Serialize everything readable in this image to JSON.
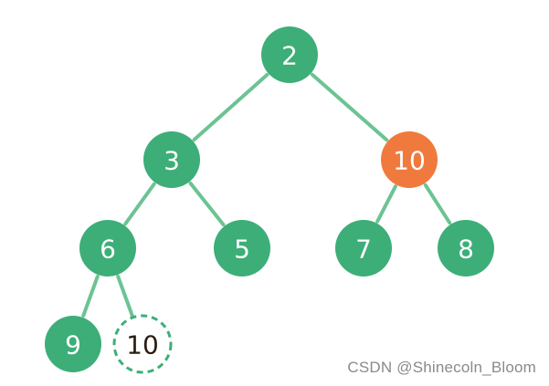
{
  "diagram": {
    "nodes": [
      {
        "id": "n2",
        "label": "2",
        "style": "filled"
      },
      {
        "id": "n3",
        "label": "3",
        "style": "filled"
      },
      {
        "id": "n10",
        "label": "10",
        "style": "highlight"
      },
      {
        "id": "n6",
        "label": "6",
        "style": "filled"
      },
      {
        "id": "n5",
        "label": "5",
        "style": "filled"
      },
      {
        "id": "n7",
        "label": "7",
        "style": "filled"
      },
      {
        "id": "n8",
        "label": "8",
        "style": "filled"
      },
      {
        "id": "n9",
        "label": "9",
        "style": "filled"
      },
      {
        "id": "n10b",
        "label": "10",
        "style": "dashed"
      }
    ],
    "edges": [
      [
        "n2",
        "n3"
      ],
      [
        "n2",
        "n10"
      ],
      [
        "n3",
        "n6"
      ],
      [
        "n3",
        "n5"
      ],
      [
        "n10",
        "n7"
      ],
      [
        "n10",
        "n8"
      ],
      [
        "n6",
        "n9"
      ],
      [
        "n6",
        "n10b"
      ]
    ],
    "colors": {
      "node_fill": "#3dae78",
      "highlight_fill": "#f07a3e",
      "edge": "#6cc393",
      "label_on_fill": "#ffffff",
      "dashed_stroke": "#3dae78",
      "dashed_label": "#2b1d10"
    }
  },
  "watermark": "CSDN @Shinecoln_Bloom"
}
